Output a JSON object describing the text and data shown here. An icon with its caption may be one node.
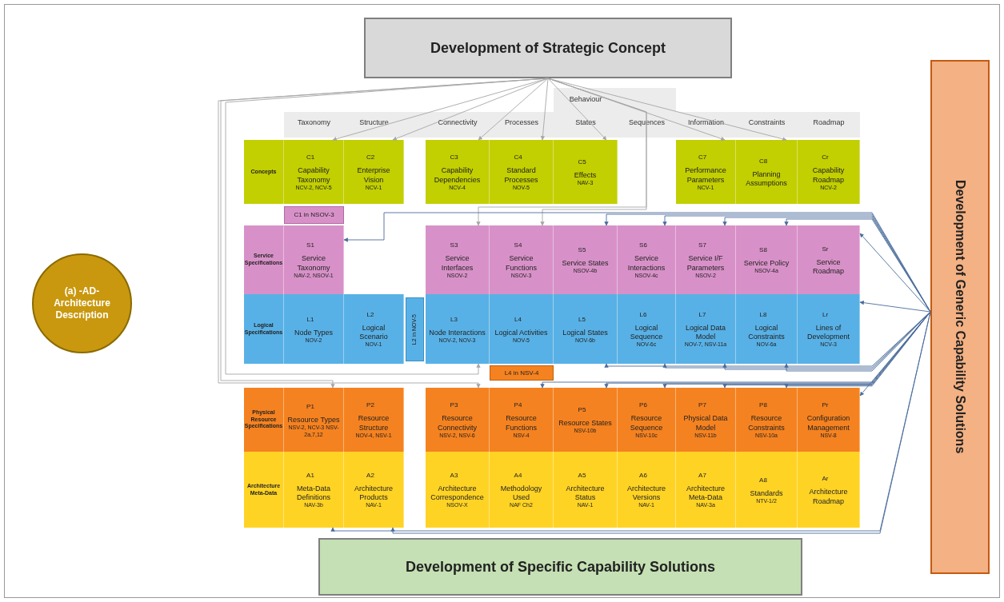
{
  "diagram": {
    "nodes": [
      {
        "text": [
          "Development of Strategic Concept"
        ]
      },
      {
        "text": [
          "(a) -AD- Architecture Description"
        ]
      },
      {
        "text": [
          "Concepts"
        ]
      },
      {
        "text": [
          "C1",
          "Capability Taxonomy",
          "NCV-2, NCV-5"
        ]
      },
      {
        "text": [
          "C2",
          "Enterprise Vision",
          "NCV-1"
        ]
      },
      {
        "text": [
          "C3",
          "Capability Dependencies",
          "NCV-4"
        ]
      },
      {
        "text": [
          "C4",
          "Standard Processes",
          "NOV-5"
        ]
      },
      {
        "text": [
          "C5",
          "Effects",
          "NAV-3"
        ]
      },
      {
        "text": [
          "C7",
          "Performance Parameters",
          "NCV-1"
        ]
      },
      {
        "text": [
          "C8",
          "Planning Assumptions"
        ]
      },
      {
        "text": [
          "Cr",
          "Capability Roadmap",
          "NCV-2"
        ]
      },
      {
        "text": [
          "C1 in NSOV-3"
        ]
      },
      {
        "text": [
          "Service Specifications"
        ]
      },
      {
        "text": [
          "S1",
          "Service Taxonomy",
          "NAV-2, NSOV-1"
        ]
      },
      {
        "text": [
          "S3",
          "Service Interfaces",
          "NSOV-2"
        ]
      },
      {
        "text": [
          "S4",
          "Service Functions",
          "NSOV-3"
        ]
      },
      {
        "text": [
          "S5",
          "Service States",
          "NSOV-4b"
        ]
      },
      {
        "text": [
          "S6",
          "Service Interactions",
          "NSOV-4c"
        ]
      },
      {
        "text": [
          "S7",
          "Service I/F Parameters",
          "NSOV-2"
        ]
      },
      {
        "text": [
          "S8",
          "Service Policy",
          "NSOV-4a"
        ]
      },
      {
        "text": [
          "Sr",
          "Service Roadmap"
        ]
      },
      {
        "text": [
          "Logical Specifications"
        ]
      },
      {
        "text": [
          "L1",
          "Node Types",
          "NOV-2"
        ]
      },
      {
        "text": [
          "L2",
          "Logical Scenario",
          "NOV-1"
        ]
      },
      {
        "text": [
          "L2 in NOV-5"
        ]
      },
      {
        "text": [
          "L3",
          "Node Interactions",
          "NOV-2, NOV-3"
        ]
      },
      {
        "text": [
          "L4",
          "Logical Activities",
          "NOV-5"
        ]
      },
      {
        "text": [
          "L5",
          "Logical States",
          "NOV-6b"
        ]
      },
      {
        "text": [
          "L6",
          "Logical Sequence",
          "NOV-6c"
        ]
      },
      {
        "text": [
          "L7",
          "Logical Data Model",
          "NOV-7, NSV-11a"
        ]
      },
      {
        "text": [
          "L8",
          "Logical Constraints",
          "NOV-6a"
        ]
      },
      {
        "text": [
          "Lr",
          "Lines of Development",
          "NCV-3"
        ]
      },
      {
        "text": [
          "L4 in NSV-4"
        ]
      },
      {
        "text": [
          "Physical Resource Specifications"
        ]
      },
      {
        "text": [
          "P1",
          "Resource Types",
          "NSV-2, NCV-3 NSV-2a,7,12"
        ]
      },
      {
        "text": [
          "P2",
          "Resource Structure",
          "NOV-4, NSV-1"
        ]
      },
      {
        "text": [
          "P3",
          "Resource Connectivity",
          "NSV-2, NSV-6"
        ]
      },
      {
        "text": [
          "P4",
          "Resource Functions",
          "NSV-4"
        ]
      },
      {
        "text": [
          "P5",
          "Resource States",
          "NSV-10b"
        ]
      },
      {
        "text": [
          "P6",
          "Resource Sequence",
          "NSV-10c"
        ]
      },
      {
        "text": [
          "P7",
          "Physical Data Model",
          "NSV-11b"
        ]
      },
      {
        "text": [
          "P8",
          "Resource Constraints",
          "NSV-10a"
        ]
      },
      {
        "text": [
          "Pr",
          "Configuration Management",
          "NSV-8"
        ]
      },
      {
        "text": [
          "Architecture Meta-Data"
        ]
      },
      {
        "text": [
          "A1",
          "Meta-Data Definitions",
          "NAV-3b"
        ]
      },
      {
        "text": [
          "A2",
          "Architecture Products",
          "NAV-1"
        ]
      },
      {
        "text": [
          "A3",
          "Architecture Correspondence",
          "NSOV-X"
        ]
      },
      {
        "text": [
          "A4",
          "Methodology Used",
          "NAF Ch2"
        ]
      },
      {
        "text": [
          "A5",
          "Architecture Status",
          "NAV-1"
        ]
      },
      {
        "text": [
          "A6",
          "Architecture Versions",
          "NAV-1"
        ]
      },
      {
        "text": [
          "A7",
          "Architecture Meta-Data",
          "NAV-3a"
        ]
      },
      {
        "text": [
          "A8",
          "Standards",
          "NTV-1/2"
        ]
      },
      {
        "text": [
          "Ar",
          "Architecture Roadmap"
        ]
      },
      {
        "text": [
          "Development of Generic Capability Solutions"
        ]
      },
      {
        "text": [
          "Development of Specific Capability Solutions"
        ]
      }
    ],
    "edges": [
      {
        "from": 0,
        "to": 3,
        "arrow": "to",
        "color": "#a6a6a6"
      },
      {
        "from": 0,
        "to": 4,
        "arrow": "to",
        "color": "#a6a6a6"
      },
      {
        "from": 0,
        "to": 5,
        "arrow": "to",
        "color": "#a6a6a6"
      },
      {
        "from": 0,
        "to": 6,
        "arrow": "to",
        "color": "#a6a6a6"
      },
      {
        "from": 0,
        "to": 7,
        "arrow": "to",
        "color": "#a6a6a6"
      },
      {
        "from": 0,
        "to": 8,
        "arrow": "to",
        "color": "#a6a6a6"
      },
      {
        "from": 0,
        "to": 9,
        "arrow": "to",
        "color": "#a6a6a6"
      },
      {
        "from": 0,
        "to": 14,
        "arrow": "to",
        "color": "#a6a6a6"
      },
      {
        "from": 0,
        "to": 15,
        "arrow": "to",
        "color": "#a6a6a6"
      },
      {
        "from": 0,
        "to": 25,
        "arrow": "to",
        "color": "#a6a6a6"
      },
      {
        "from": 0,
        "to": 34,
        "arrow": "to",
        "color": "#a6a6a6"
      },
      {
        "from": 0,
        "to": 36,
        "arrow": "to",
        "color": "#a6a6a6"
      },
      {
        "from": 53,
        "to": 13,
        "arrow": "to"
      },
      {
        "from": 53,
        "to": 16,
        "arrow": "to"
      },
      {
        "from": 53,
        "to": 17,
        "arrow": "to"
      },
      {
        "from": 53,
        "to": 18,
        "arrow": "to"
      },
      {
        "from": 53,
        "to": 19,
        "arrow": "to"
      },
      {
        "from": 53,
        "to": 20,
        "arrow": "to"
      },
      {
        "from": 53,
        "to": 27,
        "arrow": "to"
      },
      {
        "from": 53,
        "to": 28,
        "arrow": "to"
      },
      {
        "from": 53,
        "to": 29,
        "arrow": "to"
      },
      {
        "from": 53,
        "to": 30,
        "arrow": "to"
      },
      {
        "from": 53,
        "to": 31,
        "arrow": "to"
      },
      {
        "from": 53,
        "to": 37,
        "arrow": "to"
      },
      {
        "from": 53,
        "to": 38,
        "arrow": "to"
      },
      {
        "from": 53,
        "to": 39,
        "arrow": "to"
      },
      {
        "from": 53,
        "to": 40,
        "arrow": "to"
      },
      {
        "from": 53,
        "to": 41,
        "arrow": "to"
      },
      {
        "from": 53,
        "to": 42,
        "arrow": "to"
      },
      {
        "from": 53,
        "to": 44,
        "arrow": "to"
      },
      {
        "from": 53,
        "to": 45,
        "arrow": "to"
      }
    ],
    "labels": [
      "Behaviour",
      "Taxonomy",
      "Structure",
      "Connectivity",
      "Processes",
      "States",
      "Sequences",
      "Information",
      "Constraints",
      "Roadmap"
    ]
  }
}
